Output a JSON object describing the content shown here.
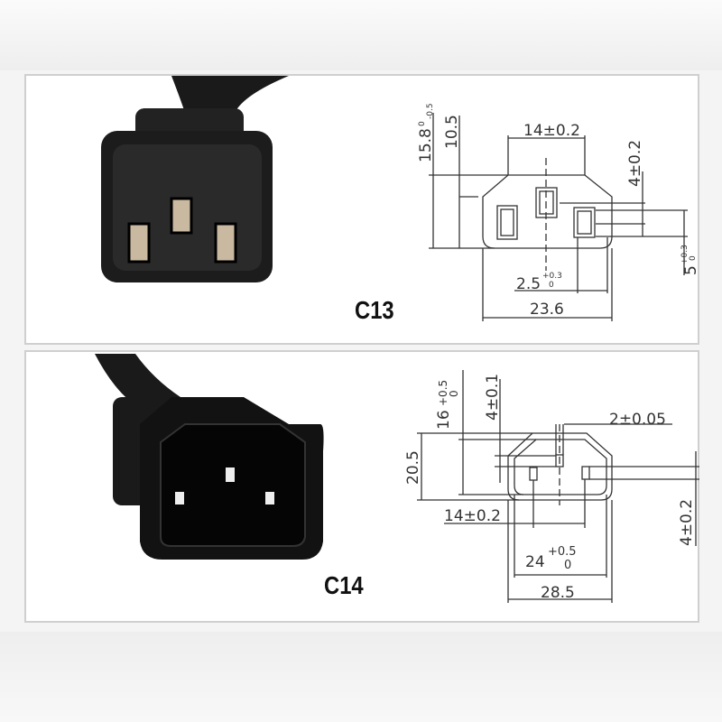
{
  "products": [
    {
      "name": "C13",
      "dimensions": {
        "overall_height": "15.8",
        "overall_height_tol_upper": "0",
        "overall_height_tol_lower": "-0.5",
        "side_height": "10.5",
        "pin_spacing": "14±0.2",
        "pin_offset": "4±0.2",
        "slot_length": "5",
        "slot_length_tol_upper": "+0.3",
        "slot_length_tol_lower": "0",
        "slot_width": "2.5",
        "slot_width_tol_upper": "+0.3",
        "slot_width_tol_lower": "0",
        "overall_width": "23.6"
      }
    },
    {
      "name": "C14",
      "dimensions": {
        "inner_height": "16",
        "inner_height_tol_upper": "+0.5",
        "inner_height_tol_lower": "0",
        "earth_offset": "4±0.1",
        "pin_width": "2±0.05",
        "outer_height": "20.5",
        "pin_spacing": "14±0.2",
        "pin_length": "4±0.2",
        "inner_width": "24",
        "inner_width_tol_upper": "+0.5",
        "inner_width_tol_lower": "0",
        "outer_width": "28.5"
      }
    }
  ],
  "colors": {
    "connector_body": "#151515",
    "drawing_line": "#333333",
    "panel_border": "#cfcfcf"
  }
}
